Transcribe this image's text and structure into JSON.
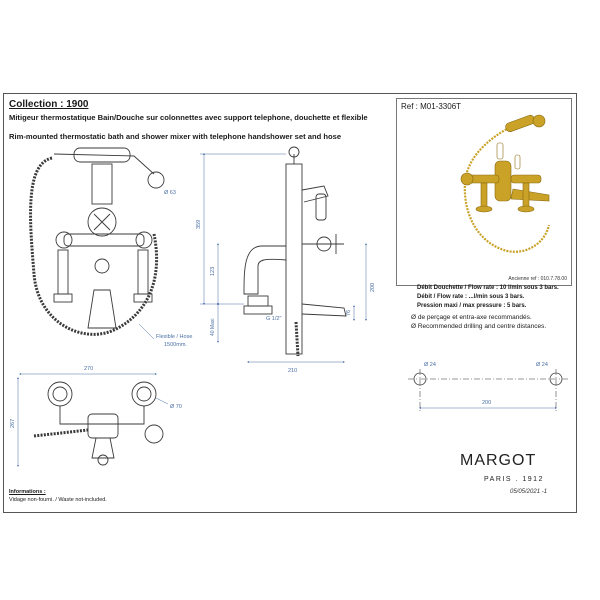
{
  "header": {
    "collection": "Collection : 1900",
    "title_fr": "Mitigeur thermostatique Bain/Douche sur colonnettes avec support telephone, douchette et flexible",
    "title_en": "Rim-mounted thermostatic bath and shower mixer with telephone handshower set and hose"
  },
  "reference": {
    "label": "Ref : M01-3306T",
    "old_ref": "Ancienne ref : 010.7.78.00"
  },
  "specs": {
    "shower_flow": "Débit Douchette / Flow rate : 10 l/min sous 3 bars.",
    "flow": "Débit / Flow rate : ...l/min sous 3 bars.",
    "pressure": "Pression maxi / max pressure : 5 bars.",
    "note_fr": "Ø de perçage et entra-axe recommandés.",
    "note_en": "Ø Recommended drilling and centre distances."
  },
  "dimensions": {
    "handset_dia": "Ø 63",
    "hose_label_1": "Flexible / Hose",
    "hose_label_2": "1500mm.",
    "height_total": "359",
    "height_spout": "123",
    "max_deck": "40 Maxi",
    "thread": "G 1/2\"",
    "depth_76": "76",
    "height_200": "200",
    "depth_210": "210",
    "width_270": "270",
    "base_dia": "Ø 70",
    "height_267": "267",
    "hole_left": "Ø 24",
    "hole_right": "Ø 24",
    "centre_dist": "200"
  },
  "footer": {
    "info_label": "Informations :",
    "info_text": "Vidage non-fourni. / Waste not-included.",
    "brand": "MARGOT",
    "brand_sub": "PARIS . 1912",
    "date": "05/05/2021 -1"
  },
  "colors": {
    "line": "#3a3a3a",
    "dim": "#4a6fa5",
    "gold": "#c9a227",
    "gold_dark": "#8a6a10"
  }
}
